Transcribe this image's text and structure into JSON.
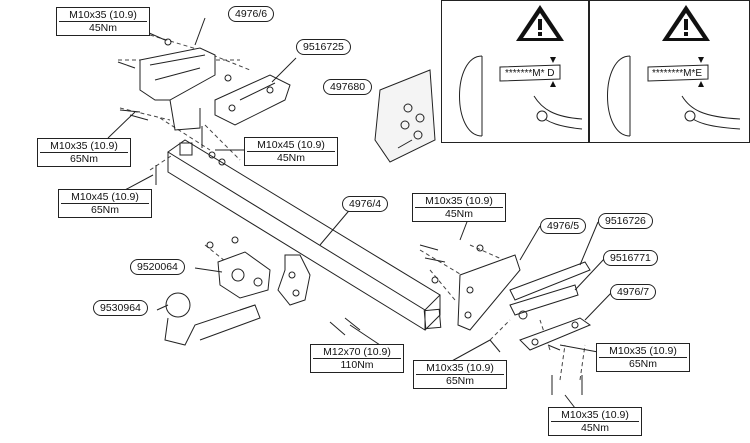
{
  "parts": {
    "p4976_6": "4976/6",
    "p9516725": "9516725",
    "p497680": "497680",
    "p4976_4": "4976/4",
    "p9520064": "9520064",
    "p9530964": "9530964",
    "p4976_5": "4976/5",
    "p9516726": "9516726",
    "p9516771": "9516771",
    "p4976_7": "4976/7"
  },
  "bolts": {
    "b1": {
      "size": "M10x35 (10.9)",
      "torque": "45Nm"
    },
    "b2": {
      "size": "M10x35 (10.9)",
      "torque": "65Nm"
    },
    "b3": {
      "size": "M10x45 (10.9)",
      "torque": "45Nm"
    },
    "b4": {
      "size": "M10x45 (10.9)",
      "torque": "65Nm"
    },
    "b5": {
      "size": "M10x35 (10.9)",
      "torque": "45Nm"
    },
    "b6": {
      "size": "M12x70 (10.9)",
      "torque": "110Nm"
    },
    "b7": {
      "size": "M10x35 (10.9)",
      "torque": "65Nm"
    },
    "b8": {
      "size": "M10x35 (10.9)",
      "torque": "65Nm"
    },
    "b9": {
      "size": "M10x35 (10.9)",
      "torque": "45Nm"
    }
  },
  "warnings": {
    "left_code": "*******M* D",
    "right_code": "********M*E"
  }
}
